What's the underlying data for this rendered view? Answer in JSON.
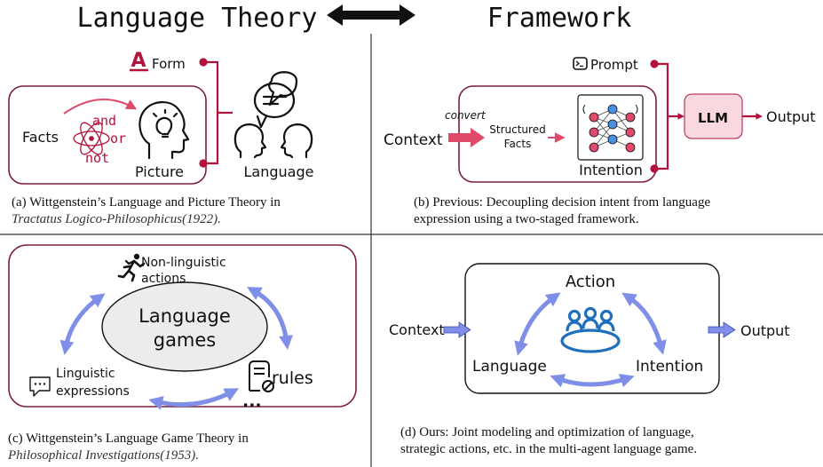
{
  "header": {
    "left_title": "Language Theory",
    "right_title": "Framework"
  },
  "panel_a": {
    "form_label": "Form",
    "facts_label": "Facts",
    "logic_words": [
      "and",
      "or",
      "not"
    ],
    "picture_label": "Picture",
    "language_label": "Language",
    "caption_line1": "(a) Wittgenstein’s Language and Picture Theory in",
    "caption_line2": "Tractatus Logico-Philosophicus(1922)."
  },
  "panel_b": {
    "prompt_label": "Prompt",
    "convert_label": "convert",
    "context_label": "Context",
    "structured_line1": "Structured",
    "structured_line2": "Facts",
    "intention_label": "Intention",
    "llm_label": "LLM",
    "output_label": "Output",
    "caption_lead": "(b) Previous:",
    "caption_line1_rest": " Decoupling decision intent from language",
    "caption_line2": "expression using a two-staged framework."
  },
  "panel_c": {
    "nonling_line1": "Non-linguistic",
    "nonling_line2": "actions",
    "games_line1": "Language",
    "games_line2": "games",
    "ling_line1": "Linguistic",
    "ling_line2": "expressions",
    "rules_label": "rules",
    "ellipsis": "...",
    "caption_line1": "(c) Wittgenstein’s Language Game Theory in",
    "caption_line2": "Philosophical Investigations(1953)."
  },
  "panel_d": {
    "action_label": "Action",
    "context_label": "Context",
    "output_label": "Output",
    "language_label": "Language",
    "intention_label": "Intention",
    "caption_lead": "(d) Ours:",
    "caption_line1_rest": " Joint modeling and optimization of language,",
    "caption_line2": "strategic actions, etc. in the multi-agent language game."
  },
  "colors": {
    "crimson": "#b3123a",
    "frame": "#7a1f3a",
    "pink_fill": "#f9d9df",
    "arrow_pink": "#e04a6a",
    "blue_arrow": "#7f8fe8",
    "blue_icon": "#1f6fbf",
    "ellipse_fill": "#ececec"
  }
}
